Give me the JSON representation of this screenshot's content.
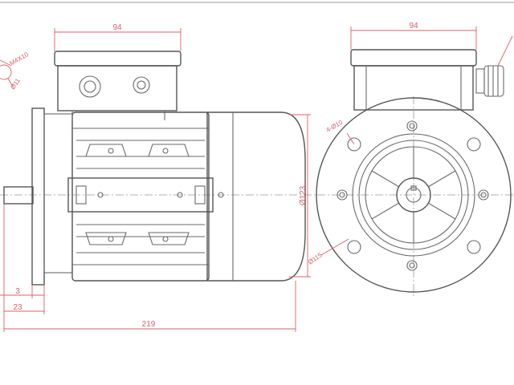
{
  "drawing": {
    "side_view": {
      "dims": {
        "box_width": "94",
        "overall_length": "219",
        "flange_offset": "23",
        "spigot": "3",
        "flange_dia": "Ø123",
        "hole_thread": "M4X10",
        "shaft_dia": "Ø11"
      }
    },
    "end_view": {
      "dims": {
        "box_width": "94",
        "holes": "4-Ø10",
        "pcd": "Ø115"
      }
    }
  },
  "colors": {
    "dimension": "#d9606a",
    "outline": "#6a6a6a"
  }
}
